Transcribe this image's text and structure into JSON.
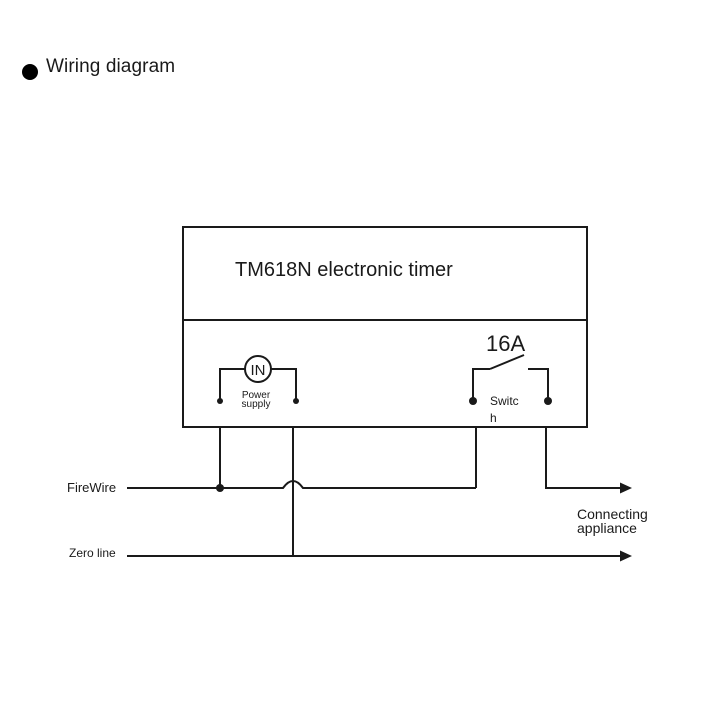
{
  "header": {
    "title": "Wiring diagram"
  },
  "timer": {
    "name": "TM618N electronic timer",
    "power_symbol": "IN",
    "power_label_line1": "Power",
    "power_label_line2": "supply",
    "rating": "16A",
    "switch_label_line1": "Switc",
    "switch_label_line2": "h"
  },
  "wires": {
    "live_label": "FireWire",
    "neutral_label": "Zero line",
    "output_label_line1": "Connecting",
    "output_label_line2": "appliance"
  },
  "colors": {
    "line": "#1a1a1a",
    "background": "#ffffff"
  }
}
